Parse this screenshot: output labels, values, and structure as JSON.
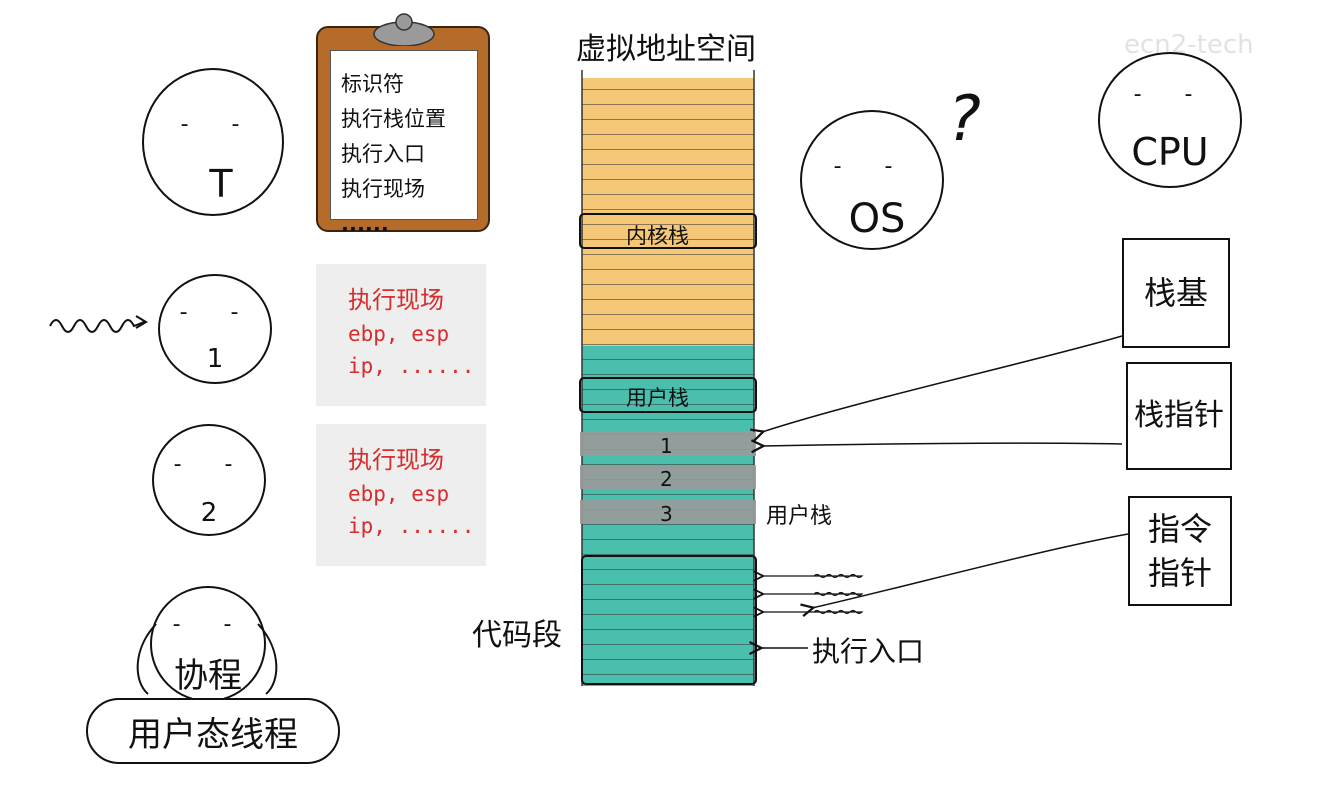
{
  "title": "虚拟地址空间",
  "watermark": "ecn2-tech",
  "thread_face": {
    "label": "T",
    "eyes": "- -"
  },
  "clipboard": {
    "lines": [
      "标识符",
      "执行栈位置",
      "执行入口",
      "执行现场",
      "......"
    ]
  },
  "coroutines": [
    {
      "label": "1",
      "eyes": "- -",
      "context_title": "执行现场",
      "registers": [
        "ebp, esp",
        "ip, ......"
      ]
    },
    {
      "label": "2",
      "eyes": "- -",
      "context_title": "执行现场",
      "registers": [
        "ebp, esp",
        "ip, ......"
      ]
    }
  ],
  "coroutine_face": {
    "label": "协程",
    "eyes": "- -"
  },
  "user_thread_label": "用户态线程",
  "address_space": {
    "kernel_stack_label": "内核栈",
    "user_stack_label": "用户栈",
    "frames": [
      "1",
      "2",
      "3"
    ],
    "side_user_stack_label": "用户栈",
    "code_segment_label": "代码段",
    "entry_label": "执行入口",
    "colors": {
      "kernel": "#f5c878",
      "user": "#4bbfae",
      "frame": "#9a9a9a"
    }
  },
  "os_face": {
    "label": "OS",
    "eyes": "- -",
    "question": "?"
  },
  "cpu_face": {
    "label": "CPU",
    "eyes": "- -"
  },
  "registers": {
    "stack_base": "栈基",
    "stack_pointer": "栈指针",
    "instruction_pointer": [
      "指令",
      "指针"
    ]
  }
}
